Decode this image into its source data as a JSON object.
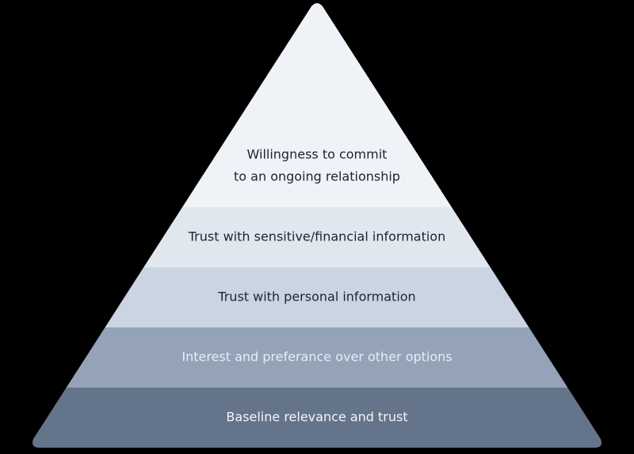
{
  "diagram": {
    "type": "pyramid",
    "tiers": [
      {
        "lines": [
          "Willingness to commit",
          "to an ongoing relationship"
        ],
        "fill": "#eff3f8",
        "text_color": "#1c2233"
      },
      {
        "lines": [
          "Trust with sensitive/financial information"
        ],
        "fill": "#e0e7ef",
        "text_color": "#1c2233"
      },
      {
        "lines": [
          "Trust with personal information"
        ],
        "fill": "#cbd5e1",
        "text_color": "#1c2233"
      },
      {
        "lines": [
          "Interest and preferance over other options"
        ],
        "fill": "#94a3b8",
        "text_color": "#e8edf3"
      },
      {
        "lines": [
          "Baseline relevance and trust"
        ],
        "fill": "#64748b",
        "text_color": "#f5f7fa"
      }
    ]
  },
  "colors": {
    "background": "#000000"
  }
}
